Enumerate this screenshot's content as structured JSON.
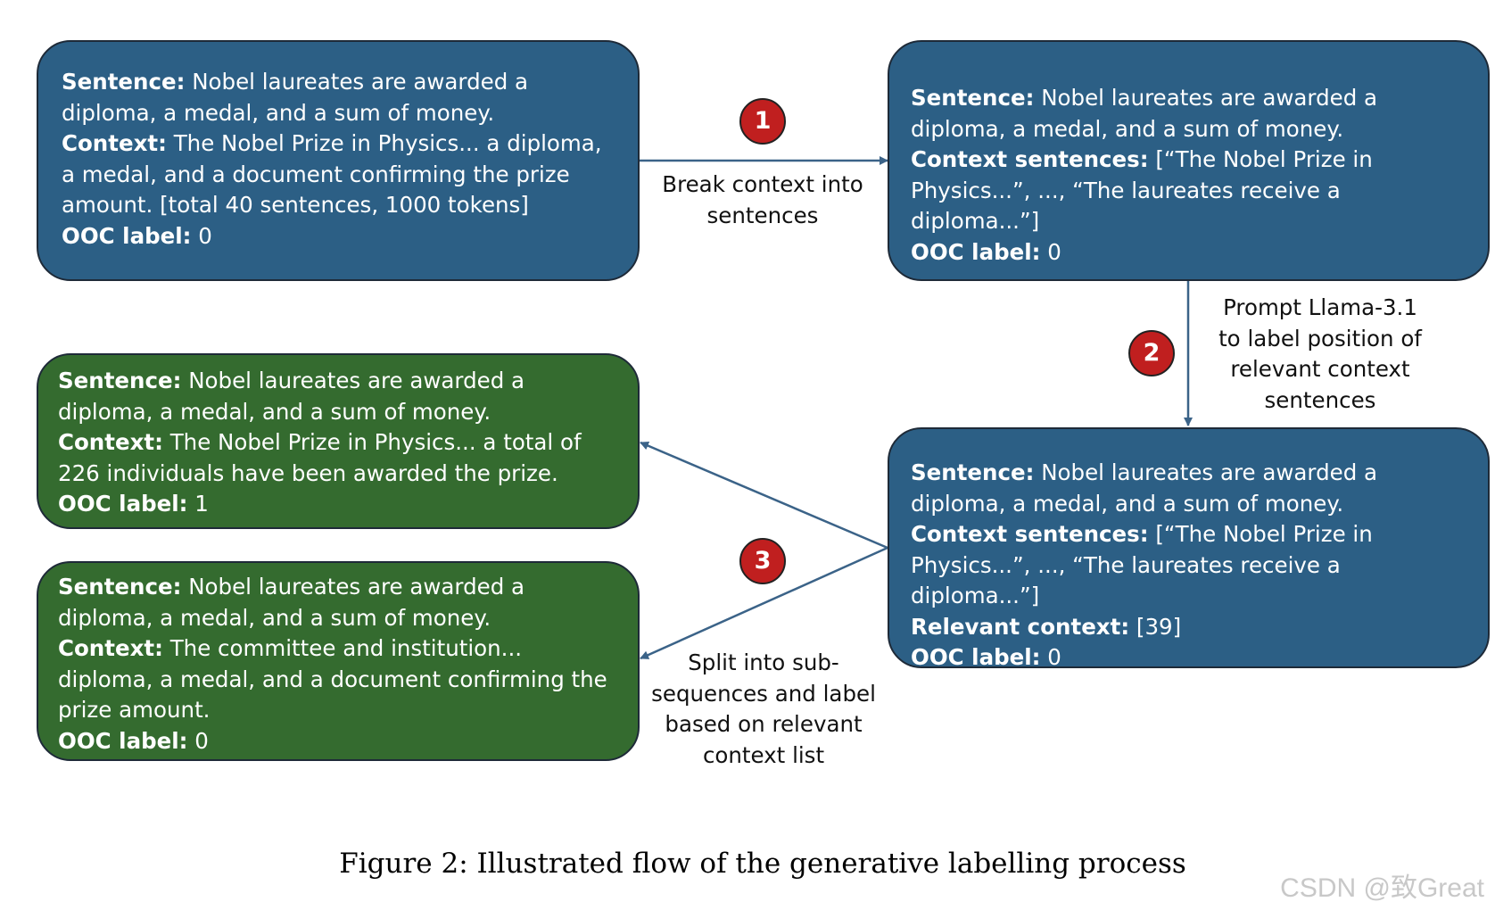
{
  "box1": {
    "sentence_label": "Sentence:",
    "sentence_text": " Nobel laureates are awarded a diploma, a medal, and a sum of money.",
    "context_label": "Context:",
    "context_text": " The Nobel Prize in Physics... a diploma, a medal, and a document confirming the prize amount. [total 40 sentences, 1000 tokens]",
    "ooc_label": "OOC label:",
    "ooc_value": " 0"
  },
  "box2": {
    "sentence_label": "Sentence:",
    "sentence_text": " Nobel laureates are awarded a diploma, a medal, and a sum of money.",
    "context_label": "Context sentences:",
    "context_text": " [“The Nobel Prize in Physics...”, ..., “The laureates receive a diploma...”]",
    "ooc_label": "OOC label:",
    "ooc_value": " 0"
  },
  "box3": {
    "sentence_label": "Sentence:",
    "sentence_text": " Nobel laureates are awarded a diploma, a medal, and a sum of money.",
    "context_label": "Context sentences:",
    "context_text": " [“The Nobel Prize in Physics...”, ..., “The laureates receive a diploma...”]",
    "relevant_label": "Relevant context:",
    "relevant_value": " [39]",
    "ooc_label": "OOC label:",
    "ooc_value": " 0"
  },
  "box4": {
    "sentence_label": "Sentence:",
    "sentence_text": " Nobel laureates are awarded a diploma, a medal, and a sum of money.",
    "context_label": "Context:",
    "context_text": " The Nobel Prize in Physics... a total of 226 individuals have been awarded the prize.",
    "ooc_label": "OOC label:",
    "ooc_value": " 1"
  },
  "box5": {
    "sentence_label": "Sentence:",
    "sentence_text": " Nobel laureates are awarded a diploma, a medal, and a sum of money.",
    "context_label": "Context:",
    "context_text": " The committee and institution... diploma, a medal, and a document confirming the prize amount.",
    "ooc_label": "OOC label:",
    "ooc_value": " 0"
  },
  "steps": [
    {
      "number": "1",
      "label": "Break context into sentences"
    },
    {
      "number": "2",
      "label": "Prompt Llama-3.1 to label position of relevant context sentences"
    },
    {
      "number": "3",
      "label": "Split into sub-sequences and label based on relevant context list"
    }
  ],
  "caption": "Figure 2: Illustrated flow of the generative labelling process",
  "watermark": "CSDN @致Great",
  "colors": {
    "blue_box": "#2c5f85",
    "green_box": "#346b2f",
    "step_circle": "#c01f1f",
    "arrow": "#3b6388"
  }
}
